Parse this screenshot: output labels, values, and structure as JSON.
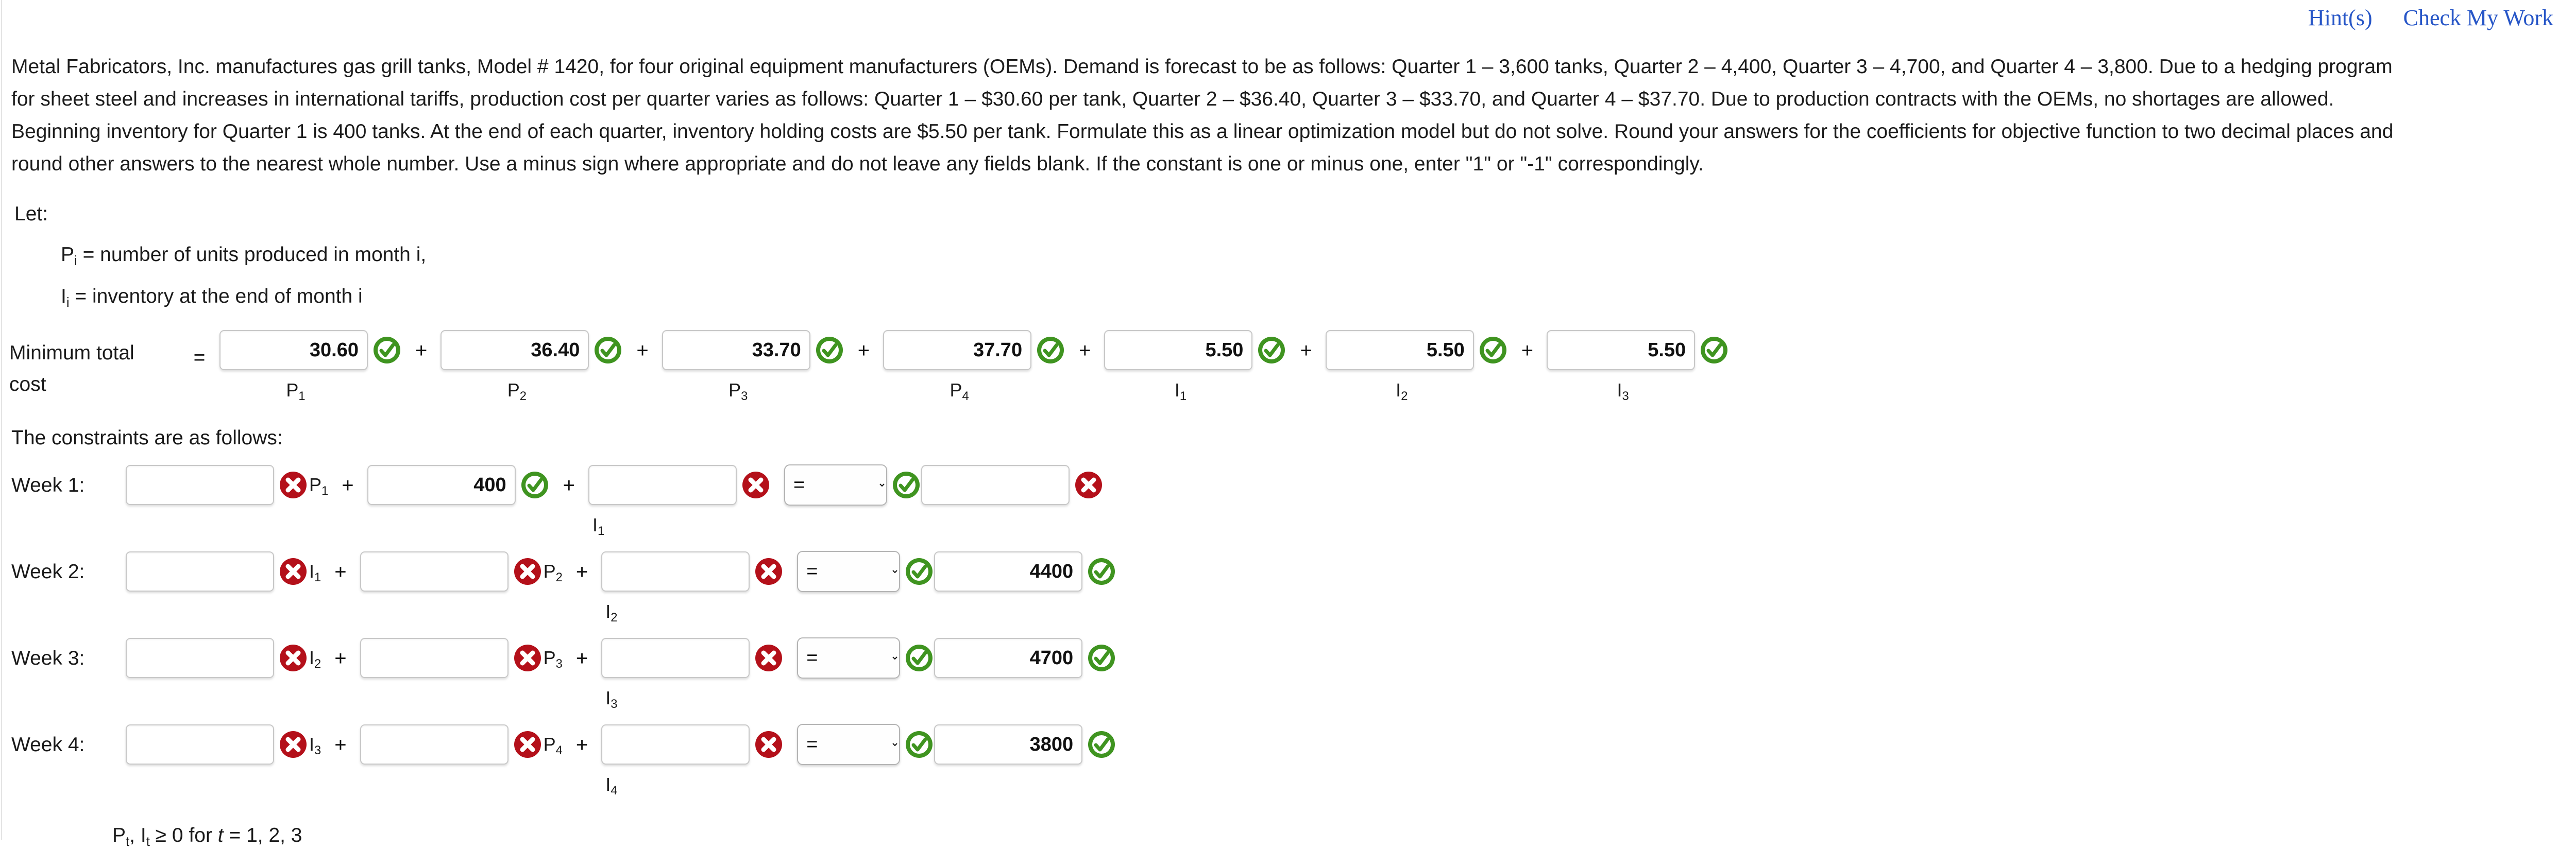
{
  "topbar": {
    "hints_label": "Hint(s)",
    "check_label": "Check My Work"
  },
  "problem": {
    "line1": "Metal Fabricators, Inc. manufactures gas grill tanks, Model # 1420, for four original equipment manufacturers (OEMs). Demand is forecast to be as follows: Quarter 1 – 3,600 tanks, Quarter 2 – 4,400, Quarter 3 – 4,700, and Quarter 4 – 3,800. Due to a hedging program",
    "line2": "for sheet steel and increases in international tariffs, production cost per quarter varies as follows: Quarter 1 – $30.60 per tank, Quarter 2 – $36.40, Quarter 3 – $33.70, and Quarter 4 – $37.70. Due to production contracts with the OEMs, no shortages are allowed.",
    "line3": "Beginning inventory for Quarter 1 is 400 tanks. At the end of each quarter, inventory holding costs are $5.50 per tank. Formulate this as a linear optimization model but do not solve. Round your answers for the coefficients for objective function to two decimal places and",
    "line4": "round other answers to the nearest whole number. Use a minus sign where appropriate and do not leave any fields blank. If the constant is one or minus one, enter \"1\" or \"-1\" correspondingly."
  },
  "definitions": {
    "let_label": "Let:",
    "p_def_var": "P",
    "p_def_sub": "i",
    "p_def_text": " = number of units produced in month i,",
    "i_def_var": "I",
    "i_def_sub": "i",
    "i_def_text": " = inventory at the end of month i"
  },
  "objective": {
    "label_line1": "Minimum total",
    "label_line2": "cost",
    "equals": "=",
    "plus": "+",
    "terms": [
      {
        "value": "30.60",
        "sub_var": "P",
        "sub_idx": "1",
        "status": "correct"
      },
      {
        "value": "36.40",
        "sub_var": "P",
        "sub_idx": "2",
        "status": "correct"
      },
      {
        "value": "33.70",
        "sub_var": "P",
        "sub_idx": "3",
        "status": "correct"
      },
      {
        "value": "37.70",
        "sub_var": "P",
        "sub_idx": "4",
        "status": "correct"
      },
      {
        "value": "5.50",
        "sub_var": "I",
        "sub_idx": "1",
        "status": "correct"
      },
      {
        "value": "5.50",
        "sub_var": "I",
        "sub_idx": "2",
        "status": "correct"
      },
      {
        "value": "5.50",
        "sub_var": "I",
        "sub_idx": "3",
        "status": "correct"
      }
    ]
  },
  "constraints": {
    "title": "The constraints are as follows:",
    "plus": "+",
    "operator_selected": "=",
    "operator_options": [
      "=",
      "≤",
      "≥"
    ],
    "rows": [
      {
        "label": "Week 1:",
        "t1_value": "",
        "t1_status": "wrong",
        "t1_var": "P",
        "t1_idx": "1",
        "t2_value": "400",
        "t2_status": "correct",
        "t2_var": "",
        "t2_idx": "",
        "t3_value": "",
        "t3_status": "wrong",
        "t3_sub_var": "I",
        "t3_sub_idx": "1",
        "op_status": "correct",
        "rhs_value": "",
        "rhs_status": "wrong"
      },
      {
        "label": "Week 2:",
        "t1_value": "",
        "t1_status": "wrong",
        "t1_var": "I",
        "t1_idx": "1",
        "t2_value": "",
        "t2_status": "wrong",
        "t2_var": "P",
        "t2_idx": "2",
        "t3_value": "",
        "t3_status": "wrong",
        "t3_sub_var": "I",
        "t3_sub_idx": "2",
        "op_status": "correct",
        "rhs_value": "4400",
        "rhs_status": "correct"
      },
      {
        "label": "Week 3:",
        "t1_value": "",
        "t1_status": "wrong",
        "t1_var": "I",
        "t1_idx": "2",
        "t2_value": "",
        "t2_status": "wrong",
        "t2_var": "P",
        "t2_idx": "3",
        "t3_value": "",
        "t3_status": "wrong",
        "t3_sub_var": "I",
        "t3_sub_idx": "3",
        "op_status": "correct",
        "rhs_value": "4700",
        "rhs_status": "correct"
      },
      {
        "label": "Week 4:",
        "t1_value": "",
        "t1_status": "wrong",
        "t1_var": "I",
        "t1_idx": "3",
        "t2_value": "",
        "t2_status": "wrong",
        "t2_var": "P",
        "t2_idx": "4",
        "t3_value": "",
        "t3_status": "wrong",
        "t3_sub_var": "I",
        "t3_sub_idx": "4",
        "op_status": "correct",
        "rhs_value": "3800",
        "rhs_status": "correct"
      }
    ]
  },
  "footer": {
    "p_var": "P",
    "p_sub": "t",
    "i_var": "I",
    "i_sub": "t",
    "text_mid": " ≥ 0 for ",
    "italic_t": "t",
    "text_end": " = 1, 2, 3"
  },
  "colors": {
    "link": "#2756c7",
    "correct": "#3a8f1e",
    "wrong": "#c0141c",
    "text": "#1c1c1c",
    "input_border": "#c8c8c8"
  }
}
